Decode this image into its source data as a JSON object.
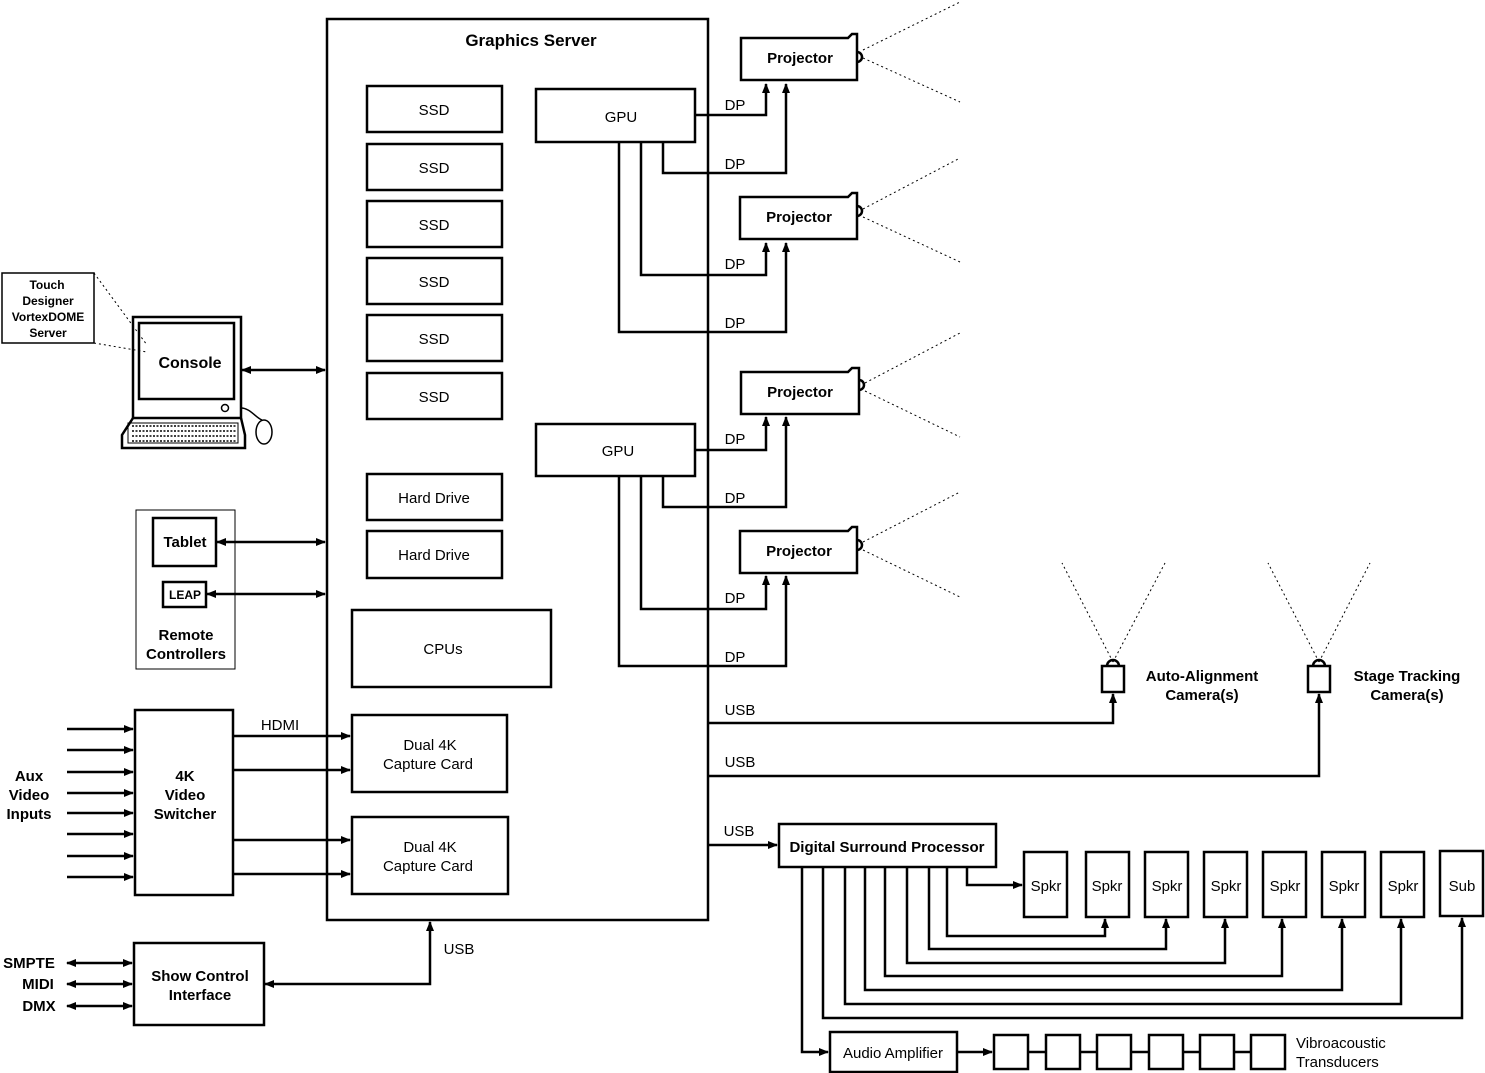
{
  "server": {
    "title": "Graphics Server",
    "ssd": "SSD",
    "gpu": "GPU",
    "hard_drive": "Hard Drive",
    "cpus": "CPUs",
    "capture_card_line1": "Dual 4K",
    "capture_card_line2": "Capture Card"
  },
  "projector": "Projector",
  "dp": "DP",
  "usb": "USB",
  "hdmi": "HDMI",
  "console": {
    "label": "Console",
    "note": [
      "Touch",
      "Designer",
      "VortexDOME",
      "Server"
    ]
  },
  "remote": {
    "tablet": "Tablet",
    "leap": "LEAP",
    "label": [
      "Remote",
      "Controllers"
    ]
  },
  "switcher": {
    "label": [
      "4K",
      "Video",
      "Switcher"
    ],
    "aux": [
      "Aux",
      "Video",
      "Inputs"
    ]
  },
  "show_control": {
    "label": [
      "Show Control",
      "Interface"
    ],
    "signals": [
      "SMPTE",
      "MIDI",
      "DMX"
    ]
  },
  "cameras": {
    "auto_alignment": [
      "Auto-Alignment",
      "Camera(s)"
    ],
    "stage_tracking": [
      "Stage Tracking",
      "Camera(s)"
    ]
  },
  "audio": {
    "processor": "Digital Surround Processor",
    "speaker": "Spkr",
    "sub": "Sub",
    "amplifier": "Audio Amplifier",
    "transducers": [
      "Vibroacoustic",
      "Transducers"
    ]
  }
}
